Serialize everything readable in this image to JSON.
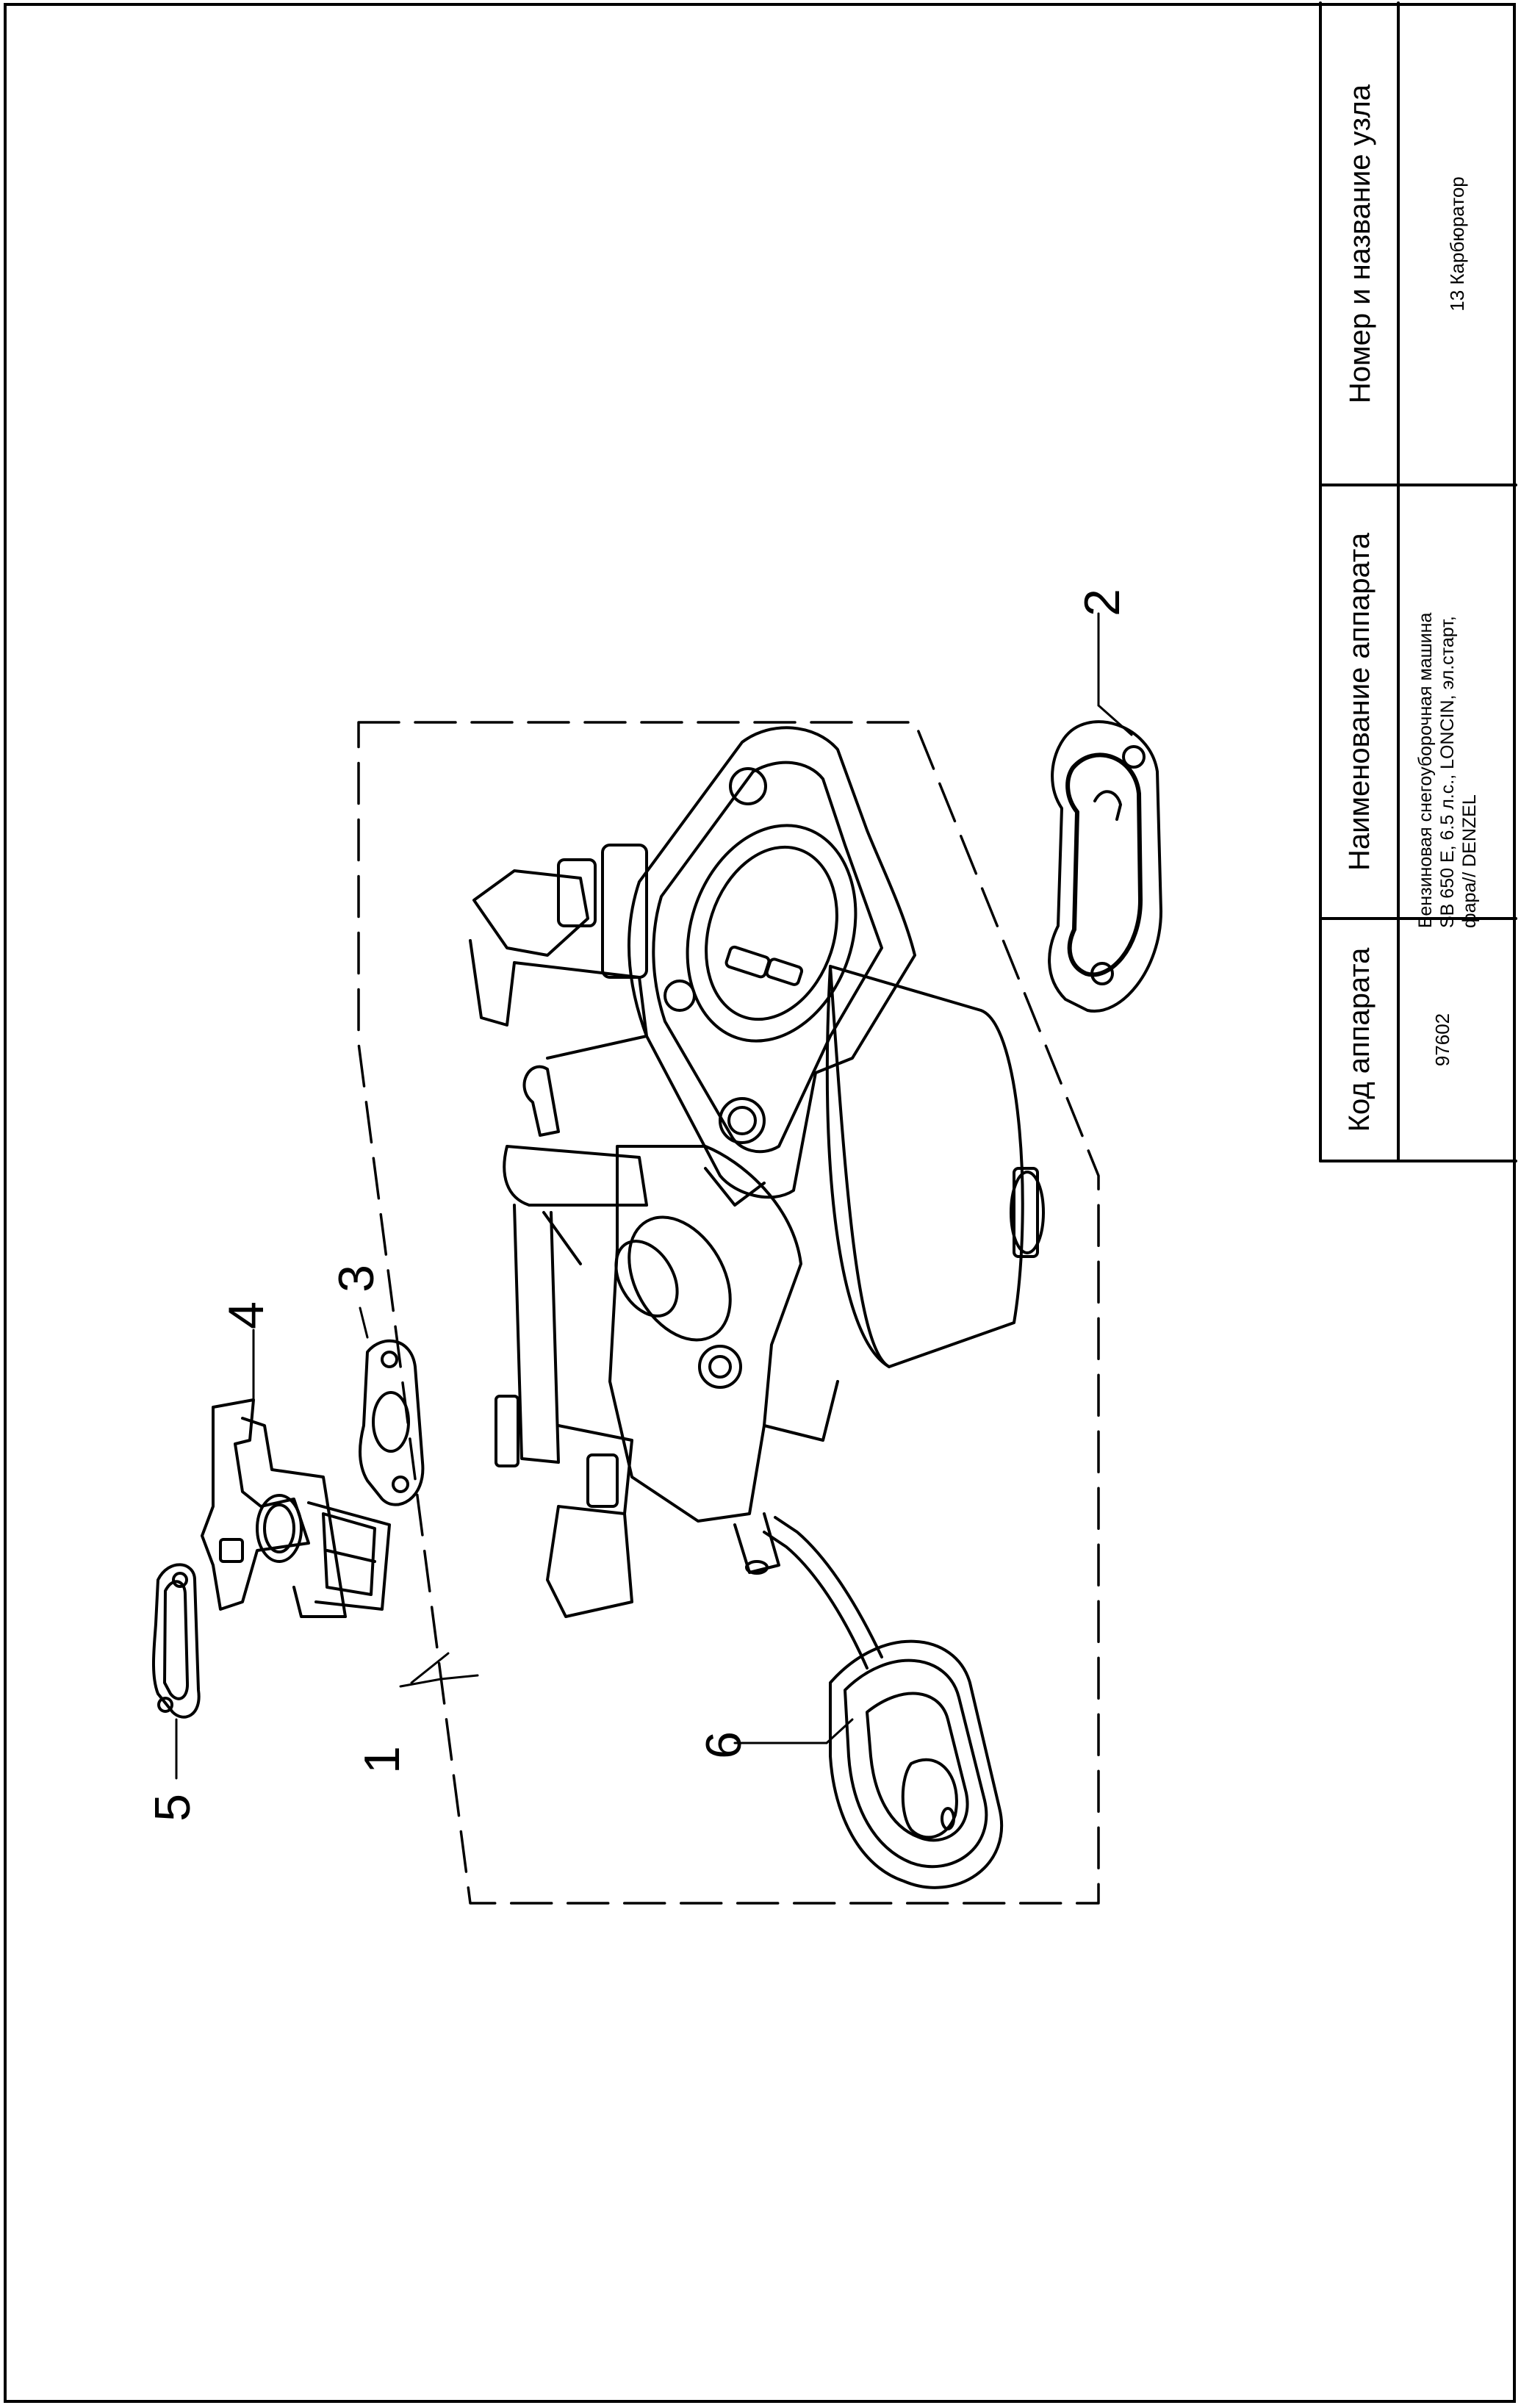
{
  "title_block": {
    "col_code": {
      "header": "Код аппарата",
      "value": "97602"
    },
    "col_name": {
      "header": "Наименование аппарата",
      "line1": "Бензиновая снегоуборочная машина",
      "line2": "SB 650 E, 6.5 л.с., LONCIN, эл.старт,",
      "line3": "фара// DENZEL"
    },
    "col_node": {
      "header": "Номер и название узла",
      "value": "13 Карбюратор"
    }
  },
  "callouts": [
    "1",
    "2",
    "3",
    "4",
    "5",
    "6"
  ]
}
